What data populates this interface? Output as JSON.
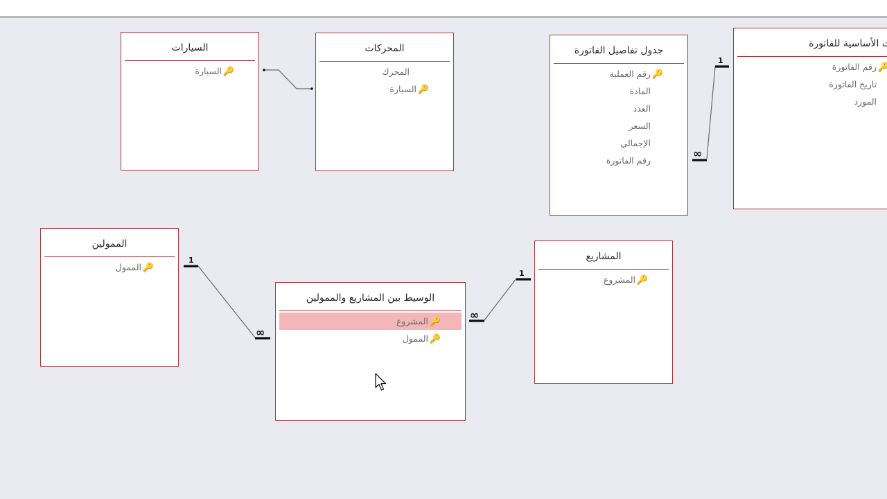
{
  "canvas": {
    "background": "#e9ebf0",
    "table_border_color": "#a8373c",
    "selected_row_color": "#f5b6b9"
  },
  "tables": {
    "cars": {
      "title": "السيارات",
      "fields": [
        {
          "name": "السيارة",
          "key": true
        }
      ]
    },
    "engines": {
      "title": "المحركات",
      "fields": [
        {
          "name": "المحرك",
          "key": false
        },
        {
          "name": "السيارة",
          "key": true
        }
      ]
    },
    "invoice_details": {
      "title": "جدول تفاصيل الفاتورة",
      "fields": [
        {
          "name": "رقم العملية",
          "key": true
        },
        {
          "name": "المادة",
          "key": false
        },
        {
          "name": "العدد",
          "key": false
        },
        {
          "name": "السعر",
          "key": false
        },
        {
          "name": "الإجمالي",
          "key": false
        },
        {
          "name": "رقم الفاتورة",
          "key": false
        }
      ]
    },
    "invoice_main": {
      "title": "جدول المعلومات الأساسية للفاتورة",
      "fields": [
        {
          "name": "رقم الفاتورة",
          "key": true
        },
        {
          "name": "تاريخ الفاتورة",
          "key": false
        },
        {
          "name": "المورد",
          "key": false
        }
      ]
    },
    "funders": {
      "title": "الممولين",
      "fields": [
        {
          "name": "الممول",
          "key": true
        }
      ]
    },
    "junction": {
      "title": "الوسيط بين المشاريع والممولين",
      "fields": [
        {
          "name": "المشروع",
          "key": true,
          "selected": true
        },
        {
          "name": "الممول",
          "key": true
        }
      ]
    },
    "projects": {
      "title": "المشاريع",
      "fields": [
        {
          "name": "المشروع",
          "key": true
        }
      ]
    }
  },
  "relationships": [
    {
      "from": "cars",
      "to": "engines",
      "from_label": "",
      "to_label": ""
    },
    {
      "from": "invoice_details",
      "to": "invoice_main",
      "from_label": "∞",
      "to_label": "1"
    },
    {
      "from": "funders",
      "to": "junction",
      "from_label": "1",
      "to_label": "∞"
    },
    {
      "from": "junction",
      "to": "projects",
      "from_label": "∞",
      "to_label": "1"
    }
  ],
  "icons": {
    "key": "key-icon",
    "cursor": "mouse-pointer-icon"
  }
}
